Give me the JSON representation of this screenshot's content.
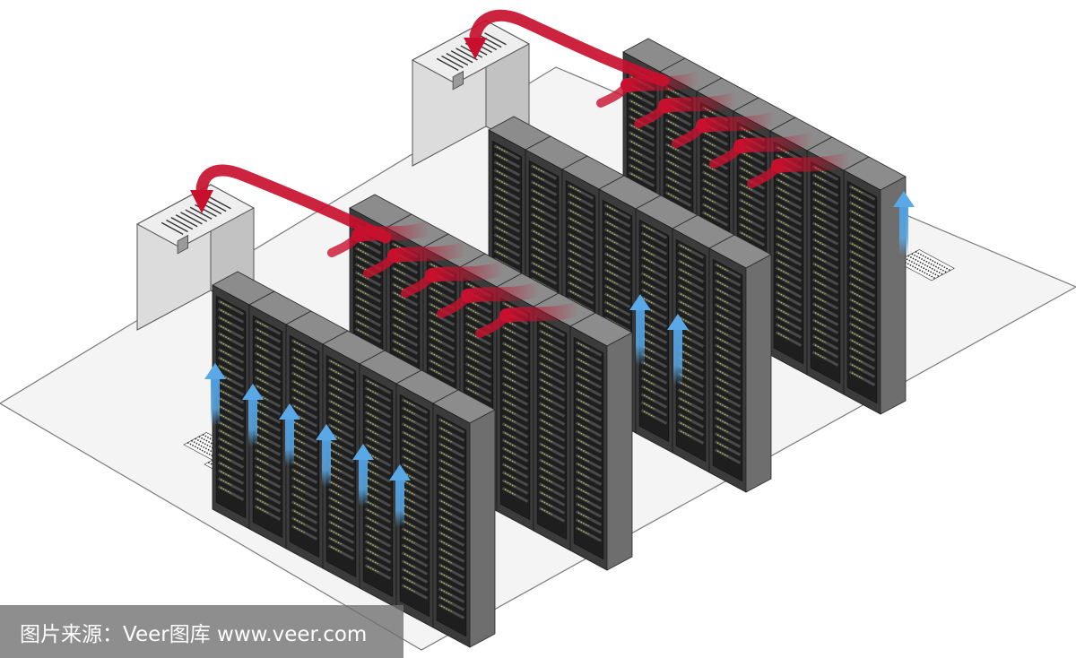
{
  "colors": {
    "floor": "#f4f4f4",
    "floor_edge": "#7a7a7a",
    "rack_front": "#3b3b3b",
    "rack_side": "#6e6e6e",
    "rack_top": "#8c8c8c",
    "rack_door": "#1e1e1e",
    "server_led": "#b9c25a",
    "crac_body": "#dcdcdc",
    "crac_side": "#c2c2c2",
    "hot_air": "#c8102e",
    "cold_air": "#5aa9e6",
    "floor_tile": "#2e2e2e"
  },
  "icons": {
    "hot_air_flow": "red-curved-arrow",
    "cold_air_flow": "blue-up-arrow",
    "cooling_unit": "crac-unit",
    "server_rack": "server-rack"
  },
  "watermark": {
    "text": "图片来源：Veer图库 www.veer.com"
  }
}
